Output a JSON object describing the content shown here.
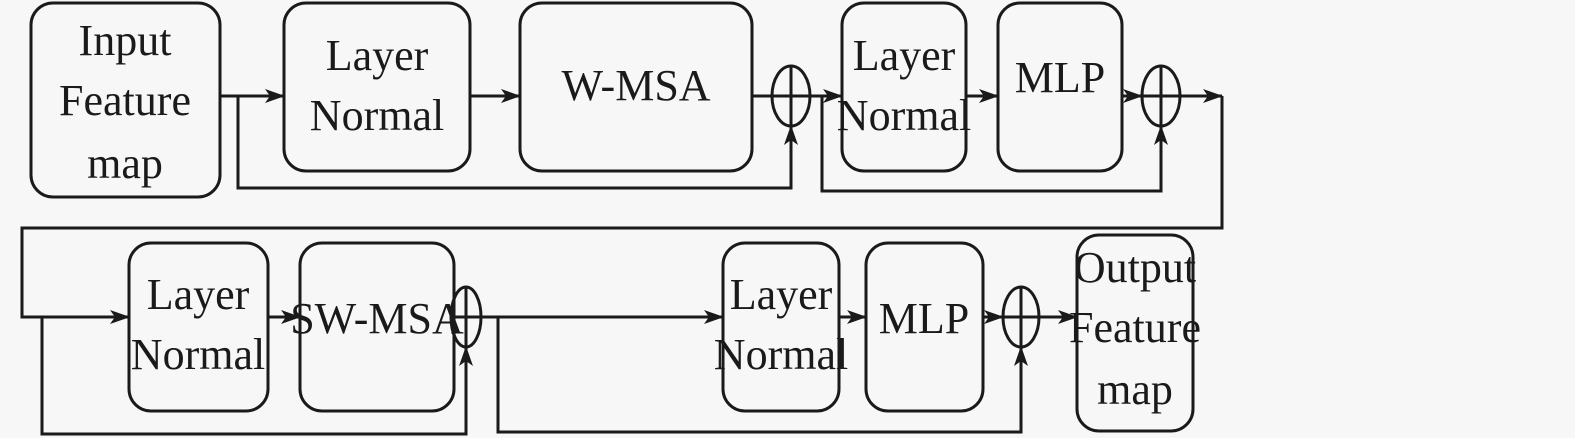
{
  "diagram": {
    "title": "Swin Transformer Block",
    "row1": {
      "input": [
        "Input",
        "Feature",
        "map"
      ],
      "layer_norm_1": [
        "Layer",
        "Normal"
      ],
      "attention": [
        "W-MSA"
      ],
      "layer_norm_2": [
        "Layer",
        "Normal"
      ],
      "mlp": [
        "MLP"
      ]
    },
    "row2": {
      "layer_norm_1": [
        "Layer",
        "Normal"
      ],
      "attention": [
        "SW-MSA"
      ],
      "layer_norm_2": [
        "Layer",
        "Normal"
      ],
      "mlp": [
        "MLP"
      ],
      "output": [
        "Output",
        "Feature",
        "map"
      ]
    },
    "operators": {
      "add_symbol": "⊕",
      "count": 4
    }
  }
}
